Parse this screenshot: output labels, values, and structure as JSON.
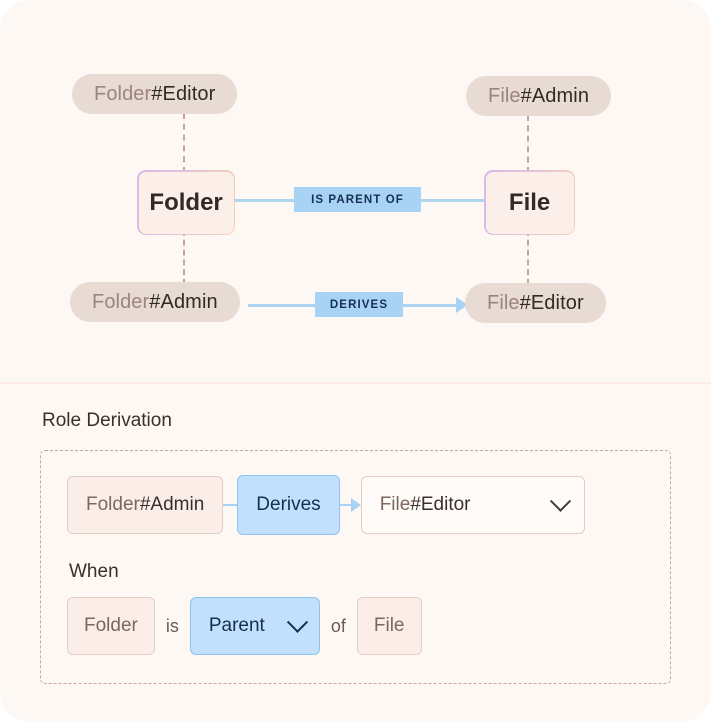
{
  "diagram": {
    "nodes": [
      {
        "name": "folder-node",
        "label": "Folder"
      },
      {
        "name": "file-node",
        "label": "File"
      }
    ],
    "role_pills": [
      {
        "name": "folder-editor",
        "entity": "Folder",
        "relation": "#Editor"
      },
      {
        "name": "file-admin",
        "entity": "File",
        "relation": "#Admin"
      },
      {
        "name": "folder-admin",
        "entity": "Folder",
        "relation": "#Admin"
      },
      {
        "name": "file-editor",
        "entity": "File",
        "relation": "#Editor"
      }
    ],
    "edges": [
      {
        "name": "is-parent-of",
        "label": "IS PARENT OF"
      },
      {
        "name": "derives",
        "label": "DERIVES"
      }
    ]
  },
  "panel": {
    "title": "Role Derivation",
    "rule": {
      "source": {
        "entity": "Folder",
        "relation": "#Admin"
      },
      "operator": "Derives",
      "target": {
        "entity": "File",
        "relation": "#Editor"
      }
    },
    "when": {
      "label": "When",
      "subject": "Folder",
      "verb": "is",
      "relation": "Parent",
      "preposition": "of",
      "object": "File"
    }
  },
  "colors": {
    "background": "#fdf8f4",
    "accent_blue": "#a9d3f5",
    "accent_blue_fill": "#c2e0fb",
    "chip_fill": "#fbeee8",
    "chip_border": "#e3cdc2",
    "pill_fill": "#e7dbd4",
    "dashed_border": "#cba795",
    "text_dark": "#3a2f2a",
    "text_muted": "#7d675e",
    "text_blue": "#13304f"
  }
}
